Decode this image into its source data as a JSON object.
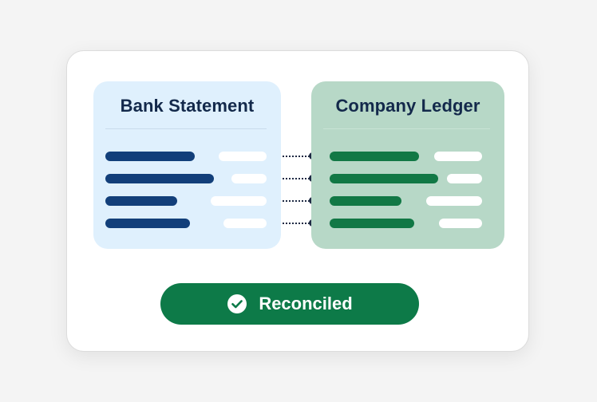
{
  "panels": {
    "bank": {
      "title": "Bank Statement",
      "accent": "#123f7a",
      "background": "#dff0fd"
    },
    "ledger": {
      "title": "Company Ledger",
      "accent": "#117845",
      "background": "#b7d8c7"
    }
  },
  "connectors": {
    "count": 4,
    "style": "dotted",
    "color": "#1e2a44"
  },
  "status": {
    "label": "Reconciled",
    "icon": "check-circle-icon",
    "color": "#0d7a48"
  }
}
